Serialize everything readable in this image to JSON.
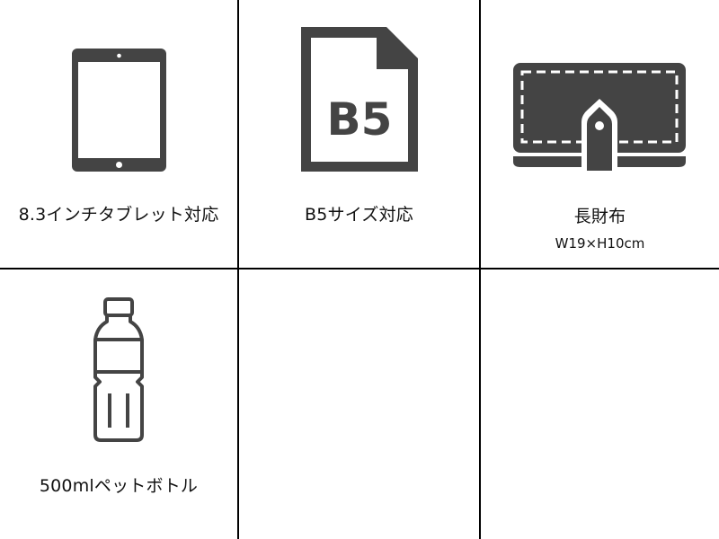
{
  "colors": {
    "icon": "#444444",
    "grid_line": "#000000",
    "background": "#ffffff"
  },
  "cells": [
    {
      "icon": "tablet-icon",
      "label": "8.3インチタブレット対応"
    },
    {
      "icon": "b5-document-icon",
      "icon_text": "B5",
      "label": "B5サイズ対応"
    },
    {
      "icon": "long-wallet-icon",
      "label": "長財布",
      "sublabel": "W19×H10cm"
    },
    {
      "icon": "plastic-bottle-icon",
      "label": "500mlペットボトル"
    },
    {},
    {}
  ]
}
